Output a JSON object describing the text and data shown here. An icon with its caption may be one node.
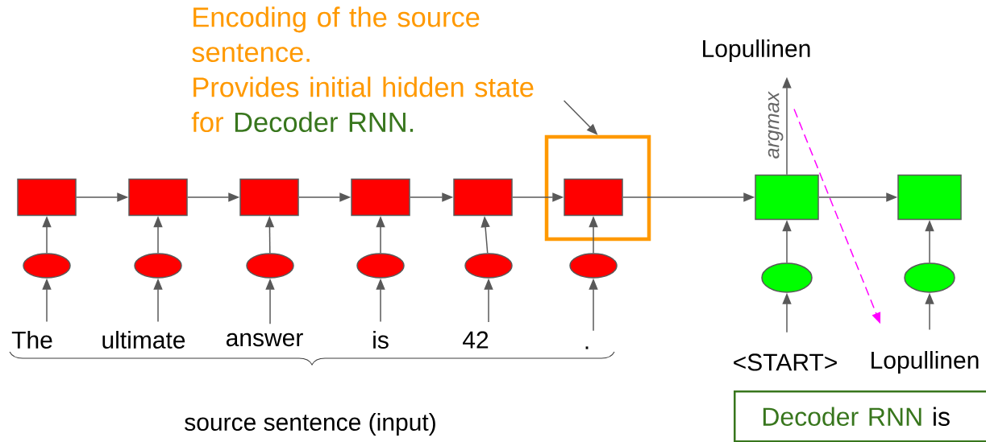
{
  "diagram": {
    "nodes": [
      {
        "text": [
          "Encoding of the source sentence.",
          "Provides initial hidden state for",
          "Decoder RNN."
        ]
      },
      {
        "text": [],
        "shape": "box"
      },
      {
        "text": [],
        "shape": "box"
      },
      {
        "text": [],
        "shape": "box"
      },
      {
        "text": [],
        "shape": "box"
      },
      {
        "text": [],
        "shape": "box"
      },
      {
        "text": [],
        "shape": "box"
      },
      {
        "text": [],
        "shape": "box",
        "in": 1
      },
      {
        "text": [],
        "shape": "ellipse"
      },
      {
        "text": [],
        "shape": "ellipse"
      },
      {
        "text": [],
        "shape": "ellipse"
      },
      {
        "text": [],
        "shape": "ellipse"
      },
      {
        "text": [],
        "shape": "ellipse"
      },
      {
        "text": [],
        "shape": "ellipse"
      },
      {
        "text": [
          "The"
        ]
      },
      {
        "text": [
          "ultimate"
        ]
      },
      {
        "text": [
          "answer"
        ]
      },
      {
        "text": [
          "is"
        ]
      },
      {
        "text": [
          "42"
        ]
      },
      {
        "text": [
          "."
        ]
      },
      {
        "text": [
          "Lopullinen"
        ]
      },
      {
        "text": [],
        "shape": "box"
      },
      {
        "text": [],
        "shape": "box"
      },
      {
        "text": [],
        "shape": "ellipse"
      },
      {
        "text": [],
        "shape": "ellipse"
      },
      {
        "text": [
          "<START>"
        ]
      },
      {
        "text": [
          "Lopullinen"
        ]
      },
      {
        "text": [
          "Decoder RNN",
          "is"
        ]
      }
    ],
    "edges": [
      {
        "from": 0,
        "to": 1,
        "arrow": "to"
      },
      {
        "from": 2,
        "to": 3,
        "arrow": "to"
      },
      {
        "from": 3,
        "to": 4,
        "arrow": "to"
      },
      {
        "from": 4,
        "to": 5,
        "arrow": "to"
      },
      {
        "from": 5,
        "to": 6,
        "arrow": "to"
      },
      {
        "from": 6,
        "to": 7,
        "arrow": "to"
      },
      {
        "from": 7,
        "to": 21,
        "arrow": "to"
      },
      {
        "from": 21,
        "to": 22,
        "arrow": "to"
      },
      {
        "from": 8,
        "to": 2,
        "arrow": "to"
      },
      {
        "from": 9,
        "to": 3,
        "arrow": "to"
      },
      {
        "from": 10,
        "to": 4,
        "arrow": "to"
      },
      {
        "from": 11,
        "to": 5,
        "arrow": "to"
      },
      {
        "from": 12,
        "to": 6,
        "arrow": "to"
      },
      {
        "from": 13,
        "to": 7,
        "arrow": "to"
      },
      {
        "from": 14,
        "to": 8,
        "arrow": "to"
      },
      {
        "from": 15,
        "to": 9,
        "arrow": "to"
      },
      {
        "from": 16,
        "to": 10,
        "arrow": "to"
      },
      {
        "from": 17,
        "to": 11,
        "arrow": "to"
      },
      {
        "from": 18,
        "to": 12,
        "arrow": "to"
      },
      {
        "from": 19,
        "to": 13,
        "arrow": "to"
      },
      {
        "from": 21,
        "to": 20,
        "arrow": "to",
        "label": "argmax"
      },
      {
        "from": 23,
        "to": 21,
        "arrow": "to"
      },
      {
        "from": 24,
        "to": 22,
        "arrow": "to"
      },
      {
        "from": 25,
        "to": 23,
        "arrow": "to"
      },
      {
        "from": 26,
        "to": 24,
        "arrow": "to"
      },
      {
        "from": 20,
        "to": 26,
        "arrow": "to",
        "style": "dashed",
        "color": "#ff00ff"
      }
    ],
    "labels": [
      "source sentence (input)"
    ]
  }
}
